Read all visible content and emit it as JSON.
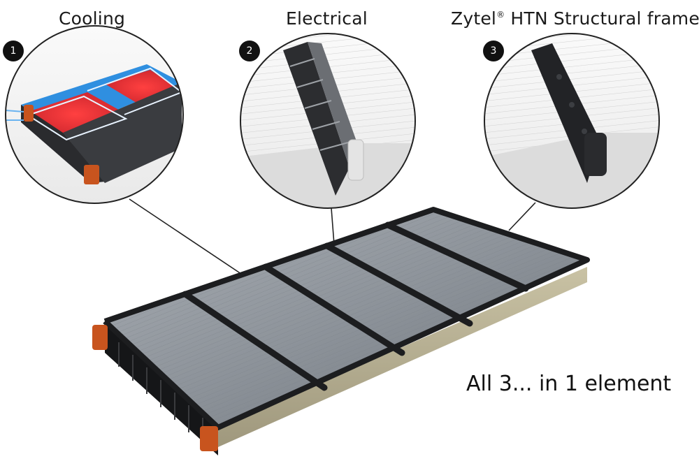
{
  "callouts": [
    {
      "number": "1",
      "title": "Cooling"
    },
    {
      "number": "2",
      "title": "Electrical"
    },
    {
      "number": "3",
      "title_main": "Zytel",
      "title_mark": "®",
      "title_rest": " HTN Structural frame"
    }
  ],
  "tagline": "All 3... in 1 element",
  "colors": {
    "cell_surface": "#8f959c",
    "frame_black": "#1c1d1f",
    "connector_orange": "#c8541e",
    "coolant_blue": "#2f8fe0",
    "heat_red": "#e8383b",
    "badge": "#111111"
  }
}
